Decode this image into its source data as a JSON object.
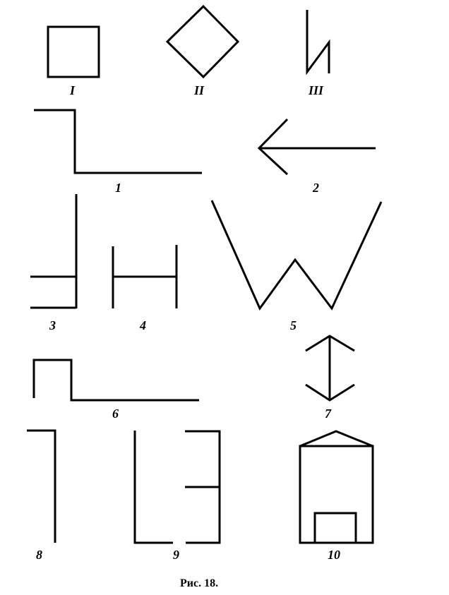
{
  "labels": {
    "I": "I",
    "II": "II",
    "III": "III",
    "f1": "1",
    "f2": "2",
    "f3": "3",
    "f4": "4",
    "f5": "5",
    "f6": "6",
    "f7": "7",
    "f8": "8",
    "f9": "9",
    "f10": "10"
  },
  "caption": "Рис. 18."
}
